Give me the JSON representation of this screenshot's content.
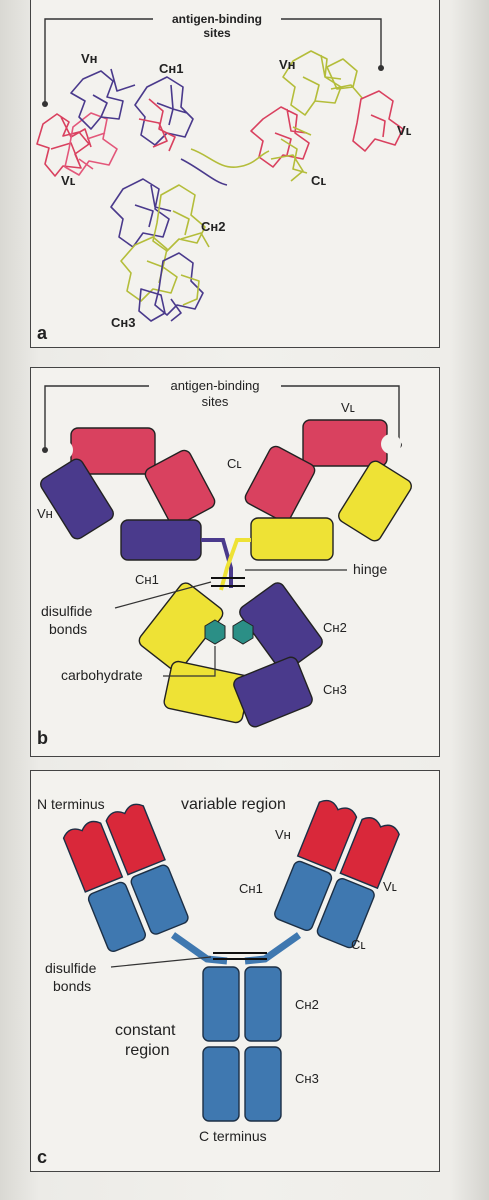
{
  "panel_a": {
    "letter": "a",
    "sites_line1": "antigen-binding",
    "sites_line2": "sites",
    "vh_left": "Vʜ",
    "ch1": "Cʜ1",
    "vh_right": "Vʜ",
    "vl_left": "Vʟ",
    "vl_right": "Vʟ",
    "cl": "Cʟ",
    "ch2": "Cʜ2",
    "ch3": "Cʜ3"
  },
  "panel_b": {
    "letter": "b",
    "sites_line1": "antigen-binding",
    "sites_line2": "sites",
    "vl": "Vʟ",
    "cl": "Cʟ",
    "vh": "Vʜ",
    "ch1": "Cʜ1",
    "hinge": "hinge",
    "disulfide_1": "disulfide",
    "disulfide_2": "bonds",
    "ch2": "Cʜ2",
    "carbohydrate": "carbohydrate",
    "ch3": "Cʜ3"
  },
  "panel_c": {
    "letter": "c",
    "n_terminus": "N terminus",
    "variable_region": "variable region",
    "vh": "Vʜ",
    "ch1": "Cʜ1",
    "vl": "Vʟ",
    "cl": "Cʟ",
    "disulfide_1": "disulfide",
    "disulfide_2": "bonds",
    "ch2": "Cʜ2",
    "constant_1": "constant",
    "constant_2": "region",
    "ch3": "Cʜ3",
    "c_terminus": "C terminus"
  },
  "colors": {
    "heavy_purple": "#4a3a8c",
    "light_pink": "#d9415f",
    "yellow": "#eee235",
    "teal": "#2b8f86",
    "variable_red": "#d9283a",
    "constant_blue": "#3f78b0",
    "chain_olive": "#b4bd3a"
  }
}
